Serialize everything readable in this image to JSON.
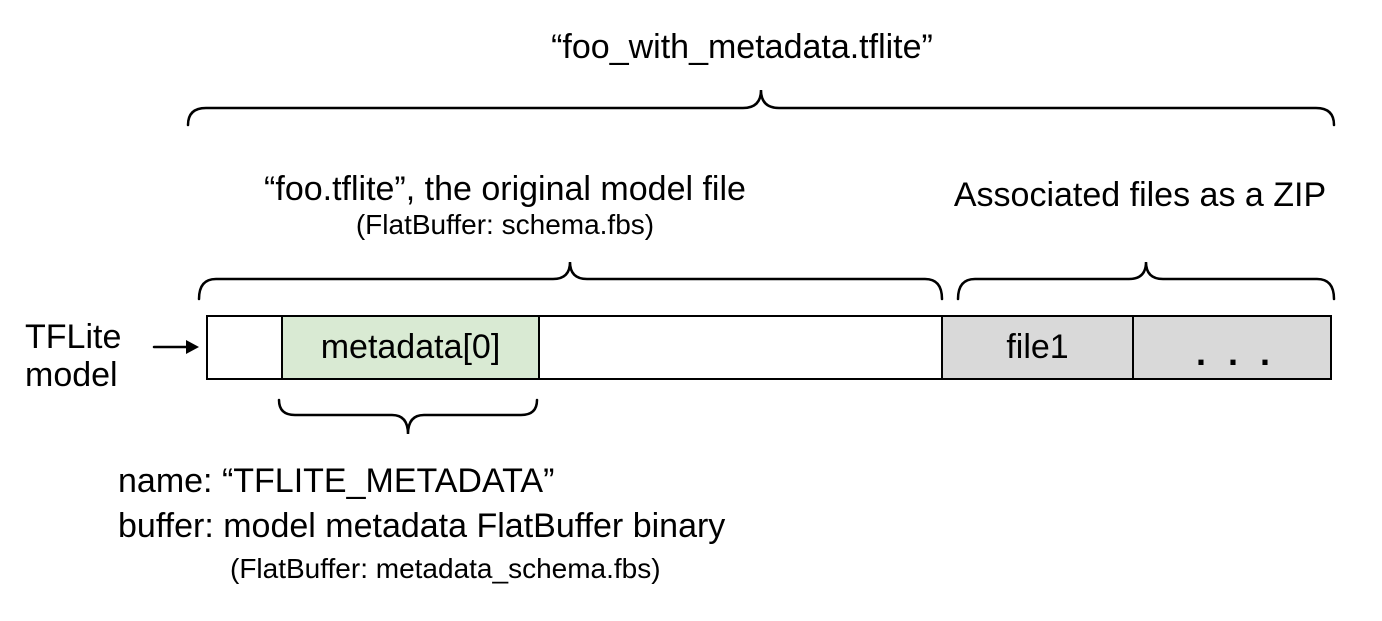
{
  "title": {
    "text": "“foo_with_metadata.tflite”"
  },
  "model_section": {
    "label": "“foo.tflite”, the original model file",
    "sublabel": "(FlatBuffer: schema.fbs)"
  },
  "zip_section": {
    "label": "Associated files as a ZIP"
  },
  "model_pointer": {
    "line1": "TFLite",
    "line2": "model"
  },
  "bar": {
    "segments": [
      {
        "label": "",
        "kind": "plain"
      },
      {
        "label": "metadata[0]",
        "kind": "metadata"
      },
      {
        "label": "",
        "kind": "plain"
      },
      {
        "label": "file1",
        "kind": "file"
      },
      {
        "label": "...",
        "kind": "file"
      }
    ]
  },
  "metadata_note": {
    "line1": "name: “TFLITE_METADATA”",
    "line2": "buffer: model metadata FlatBuffer binary",
    "line3": "(FlatBuffer: metadata_schema.fbs)"
  },
  "colors": {
    "metadata_fill": "#d9ead3",
    "file_fill": "#d9d9d9",
    "stroke": "#000000",
    "text": "#000000"
  }
}
